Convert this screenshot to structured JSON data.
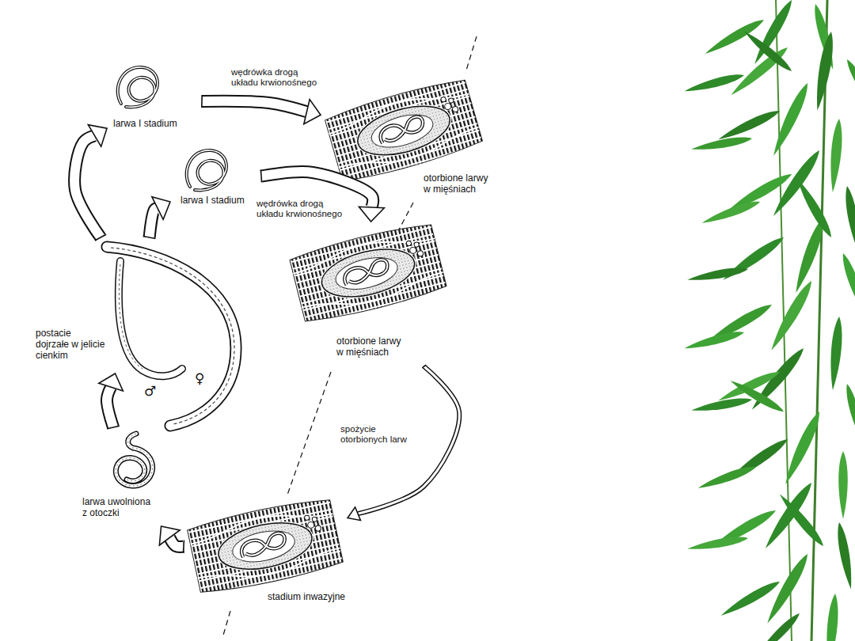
{
  "diagram": {
    "nodes": [
      {
        "text": [
          "larwa I stadium"
        ]
      },
      {
        "text": [
          "otorbione larwy w mięśniach"
        ]
      },
      {
        "text": [
          "larwa I stadium"
        ]
      },
      {
        "text": [
          "otorbione larwy w mięśniach"
        ]
      },
      {
        "text": [
          "stadium inwazyjne"
        ]
      },
      {
        "text": [
          "larwa uwolniona z otoczki"
        ]
      },
      {
        "text": [
          "postacie dojrzałe w jelicie cienkim"
        ]
      }
    ],
    "edges": [
      {
        "from": 0,
        "to": 1,
        "label": "wędrówka drogą układu krwionośnego",
        "arrow": "to"
      },
      {
        "from": 2,
        "to": 3,
        "label": "wędrówka drogą układu krwionośnego",
        "arrow": "to"
      },
      {
        "from": 3,
        "to": 4,
        "label": "spożycie otorbionych larw",
        "arrow": "to"
      },
      {
        "from": 4,
        "to": 5,
        "arrow": "to"
      },
      {
        "from": 5,
        "to": 6,
        "arrow": "to"
      },
      {
        "from": 6,
        "to": 0,
        "arrow": "to"
      },
      {
        "from": 6,
        "to": 2,
        "arrow": "to"
      }
    ],
    "labels": [
      "♂",
      "♀"
    ]
  }
}
